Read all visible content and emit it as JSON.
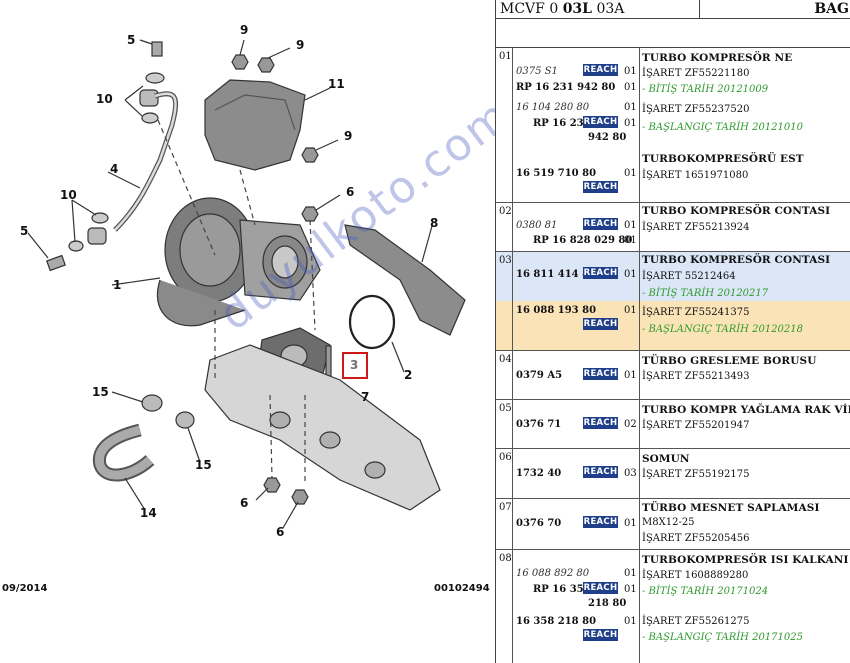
{
  "header": {
    "model_prefix": "MCVF 0 ",
    "model_code": "03L",
    "model_suffix": " 03A",
    "right": "BAG"
  },
  "diagram": {
    "callouts": [
      "5",
      "9",
      "9",
      "11",
      "10",
      "4",
      "10",
      "5",
      "1",
      "6",
      "8",
      "2",
      "3",
      "7",
      "15",
      "15",
      "14",
      "6",
      "6",
      "9"
    ],
    "footer_left": "09/2014",
    "footer_right": "00102494",
    "watermark": "duyulkoto.com"
  },
  "colors": {
    "reach_badge": "#1f3f8a",
    "highlight_blue": "#dbe6f7",
    "highlight_orange": "#fbe3b8",
    "date_green": "#2e9a2e",
    "highlight_box": "#d01818"
  },
  "rows": [
    {
      "num": "01",
      "refs": [
        {
          "t": "0375 S1",
          "q": "01"
        },
        {
          "t": "RP 16 231 942 80",
          "q": "01"
        },
        {
          "t": "16 104 280 80",
          "q": "01"
        },
        {
          "t": "RP 16 231",
          "q": "01"
        },
        {
          "t": "942 80",
          "q": ""
        },
        {
          "t": "16 519 710 80",
          "q": "01"
        }
      ],
      "reach_label": "REACH",
      "title": "TURBO KOMPRESÖR NE",
      "marks": [
        "İŞARET ZF55221180",
        "İŞARET ZF55237520",
        "İŞARET 1651971080"
      ],
      "dates": [
        "- BİTİŞ TARİH 20121009",
        "- BAŞLANGIÇ TARİH 20121010"
      ],
      "title2": "TURBOKOMPRESÖRÜ EST"
    },
    {
      "num": "02",
      "refs": [
        {
          "t": "0380 81",
          "q": "01"
        },
        {
          "t": "RP 16 828 029 80",
          "q": "01"
        }
      ],
      "title": "TURBO KOMPRESÖR CONTASI",
      "marks": [
        "İŞARET ZF55213924"
      ]
    },
    {
      "num": "03",
      "refs": [
        {
          "t": "16 811 414 80",
          "q": "01"
        },
        {
          "t": "16 088 193 80",
          "q": "01"
        }
      ],
      "title": "TURBO KOMPRESÖR CONTASI",
      "marks": [
        "İŞARET 55212464",
        "İŞARET ZF55241375"
      ],
      "dates": [
        "- BİTİŞ TARİH 20120217",
        "- BAŞLANGIÇ TARİH 20120218"
      ]
    },
    {
      "num": "04",
      "refs": [
        {
          "t": "0379 A5",
          "q": "01"
        }
      ],
      "title": "TÜRBO GRESLEME BORUSU",
      "marks": [
        "İŞARET ZF55213493"
      ]
    },
    {
      "num": "05",
      "refs": [
        {
          "t": "0376 71",
          "q": "02"
        }
      ],
      "title": "TURBO KOMPR YAĞLAMA RAK VİD",
      "marks": [
        "İŞARET ZF55201947"
      ]
    },
    {
      "num": "06",
      "refs": [
        {
          "t": "1732 40",
          "q": "03"
        }
      ],
      "title": "SOMUN",
      "marks": [
        "İŞARET ZF55192175"
      ]
    },
    {
      "num": "07",
      "refs": [
        {
          "t": "0376 70",
          "q": "01"
        }
      ],
      "title": "TÜRBO MESNET SAPLAMASI",
      "marks": [
        "M8X12-25",
        "İŞARET ZF55205456"
      ]
    },
    {
      "num": "08",
      "refs": [
        {
          "t": "16 088 892 80",
          "q": "01"
        },
        {
          "t": "RP 16 358",
          "q": "01"
        },
        {
          "t": "218 80",
          "q": ""
        },
        {
          "t": "16 358 218 80",
          "q": "01"
        }
      ],
      "title": "TURBOKOMPRESÖR ISI KALKANI",
      "marks": [
        "İŞARET 1608889280",
        "İŞARET ZF55261275"
      ],
      "dates": [
        "- BİTİŞ TARİH 20171024",
        "- BAŞLANGIÇ TARİH 20171025"
      ]
    }
  ]
}
